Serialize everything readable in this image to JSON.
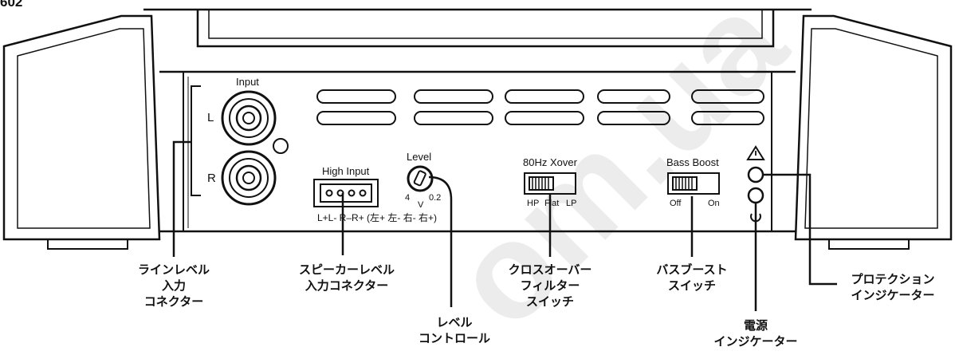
{
  "model_label": "602",
  "panel": {
    "input_label": "Input",
    "left_channel": "L",
    "right_channel": "R",
    "high_input_label": "High Input",
    "high_input_pins": "L+L- R–R+ (左+ 左- 右- 右+)",
    "level_label": "Level",
    "level_min": "4",
    "level_unit": "V",
    "level_max": "0.2",
    "xover_label": "80Hz Xover",
    "xover_hp": "HP",
    "xover_flat": "Flat",
    "xover_lp": "LP",
    "bass_boost_label": "Bass Boost",
    "bass_off": "Off",
    "bass_on": "On"
  },
  "callouts": {
    "line_level": [
      "ラインレベル",
      "入力",
      "コネクター"
    ],
    "speaker_level": [
      "スピーカーレベル",
      "入力コネクター"
    ],
    "level_control": [
      "レベル",
      "コントロール"
    ],
    "crossover": [
      "クロスオーバー",
      "フィルター",
      "スイッチ"
    ],
    "bass_boost": [
      "バスブースト",
      "スイッチ"
    ],
    "power_indicator": [
      "電源",
      "インジケーター"
    ],
    "protection_indicator": [
      "プロテクション",
      "インジケーター"
    ]
  },
  "watermark": "om.ua"
}
